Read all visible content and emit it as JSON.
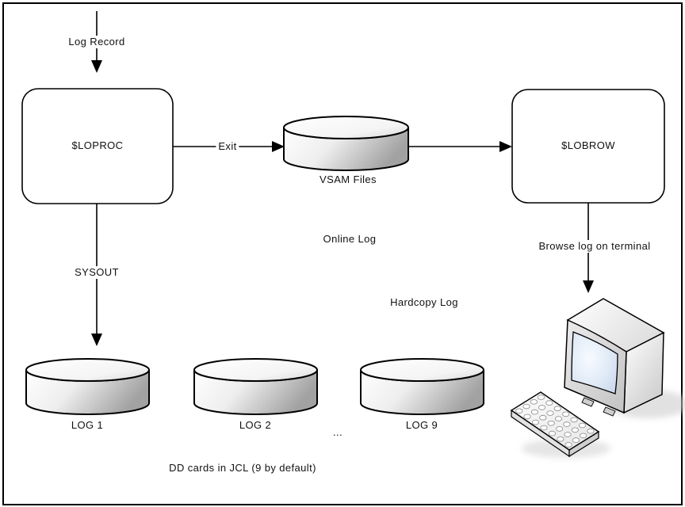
{
  "diagram": {
    "nodes": {
      "loproc": "$LOPROC",
      "lobrow": "$LOBROW",
      "vsam_files": "VSAM Files",
      "log_1": "LOG 1",
      "log_2": "LOG 2",
      "log_9": "LOG 9",
      "ellipsis": "..."
    },
    "flow_labels": {
      "log_record": "Log Record",
      "exit": "Exit",
      "sysout": "SYSOUT",
      "browse_log": "Browse log on terminal"
    },
    "captions": {
      "online_log": "Online Log",
      "hardcopy_log": "Hardcopy Log",
      "dd_cards": "DD cards in JCL (9 by default)"
    },
    "icons": {
      "terminal": "crt-terminal-icon",
      "keyboard": "keyboard-icon",
      "disk": "disk-cylinder-icon"
    },
    "colors": {
      "line": "#000000",
      "background": "#ffffff",
      "cylinder_light": "#ffffff",
      "cylinder_dark": "#a2a2a2",
      "screen_blue": "#dfe9f6",
      "shadow_grey": "#cccccc"
    }
  }
}
